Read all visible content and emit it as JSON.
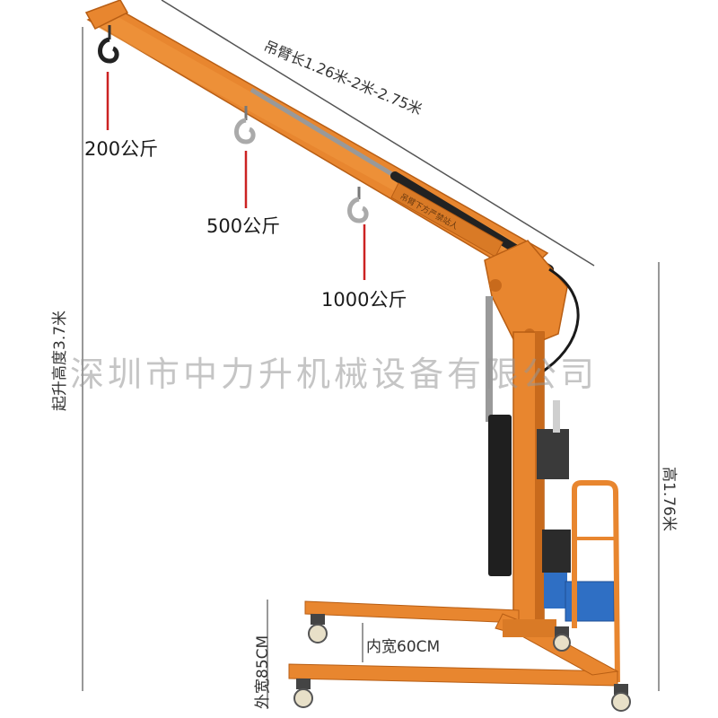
{
  "labels": {
    "load_200": "200公斤",
    "load_500": "500公斤",
    "load_1000": "1000公斤",
    "boom_length": "吊臂长1.26米-2米-2.75米",
    "lift_height": "起升高度3.7米",
    "height": "高1.76米",
    "outer_width": "外宽85CM",
    "inner_width": "内宽60CM"
  },
  "watermark": "深圳市中力升机械设备有限公司",
  "boom_decal": "吊臂下方严禁站人",
  "colors": {
    "crane_orange": "#e8862f",
    "crane_shadow": "#c86a1c",
    "motor_blue": "#2f6fc4",
    "dimension_line": "#444444",
    "indicator_red": "#cc2222"
  }
}
